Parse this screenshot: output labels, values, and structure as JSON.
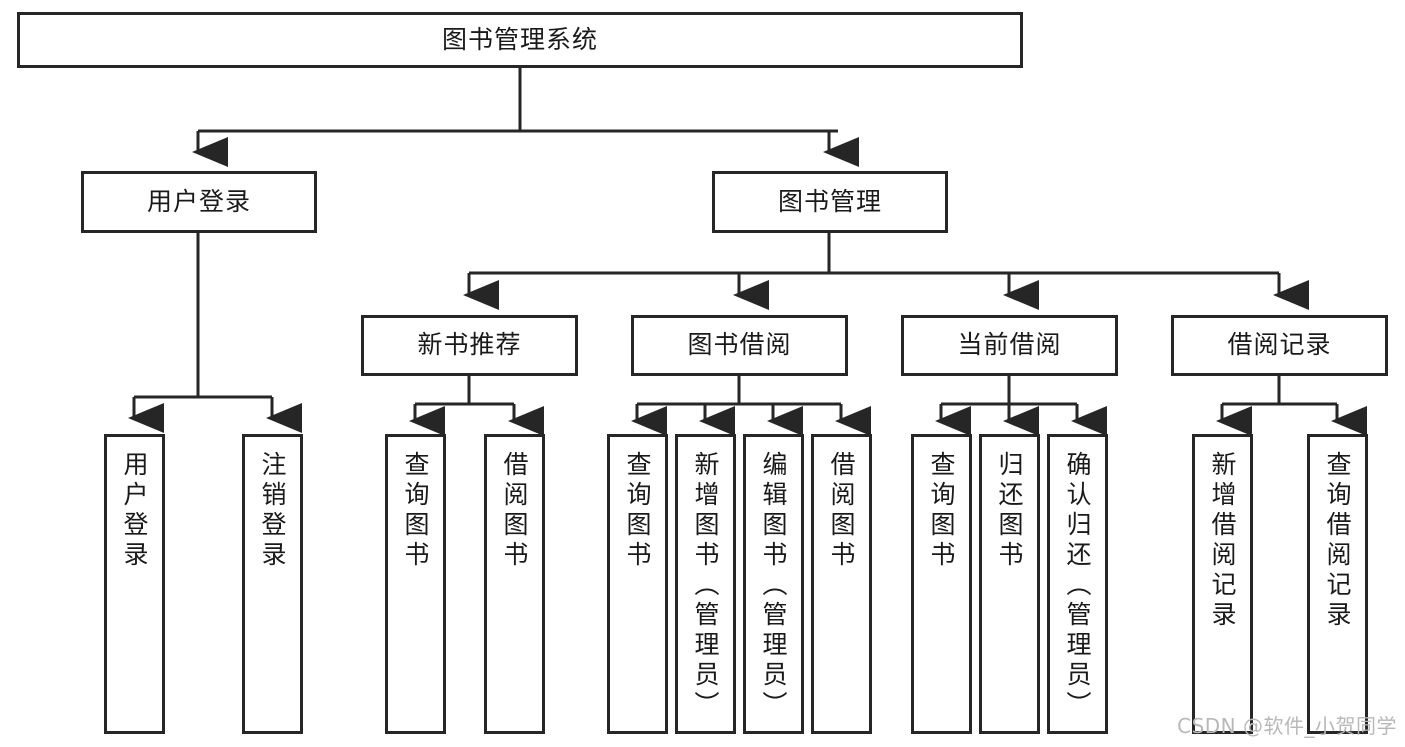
{
  "diagram": {
    "type": "tree-hierarchy-chart",
    "title": "图书管理系统",
    "background_color": "#ffffff",
    "line_color": "#262626",
    "text_color": "#1a1a1a",
    "watermark": "CSDN @软件_小贺同学"
  },
  "nodes": {
    "root": {
      "label": "图书管理系统"
    },
    "level2": [
      {
        "label": "用户登录"
      },
      {
        "label": "图书管理"
      }
    ],
    "level3": [
      {
        "label": "新书推荐"
      },
      {
        "label": "图书借阅"
      },
      {
        "label": "当前借阅"
      },
      {
        "label": "借阅记录"
      }
    ],
    "leaves": {
      "user_login": [
        {
          "label": "用户登录"
        },
        {
          "label": "注销登录"
        }
      ],
      "new_book_recommend": [
        {
          "label": "查询图书"
        },
        {
          "label": "借阅图书"
        }
      ],
      "book_borrow": [
        {
          "label": "查询图书"
        },
        {
          "label": "新增图书（管理员）"
        },
        {
          "label": "编辑图书（管理员）"
        },
        {
          "label": "借阅图书"
        }
      ],
      "current_borrow": [
        {
          "label": "查询图书"
        },
        {
          "label": "归还图书"
        },
        {
          "label": "确认归还（管理员）"
        }
      ],
      "borrow_record": [
        {
          "label": "新增借阅记录"
        },
        {
          "label": "查询借阅记录"
        }
      ]
    }
  }
}
